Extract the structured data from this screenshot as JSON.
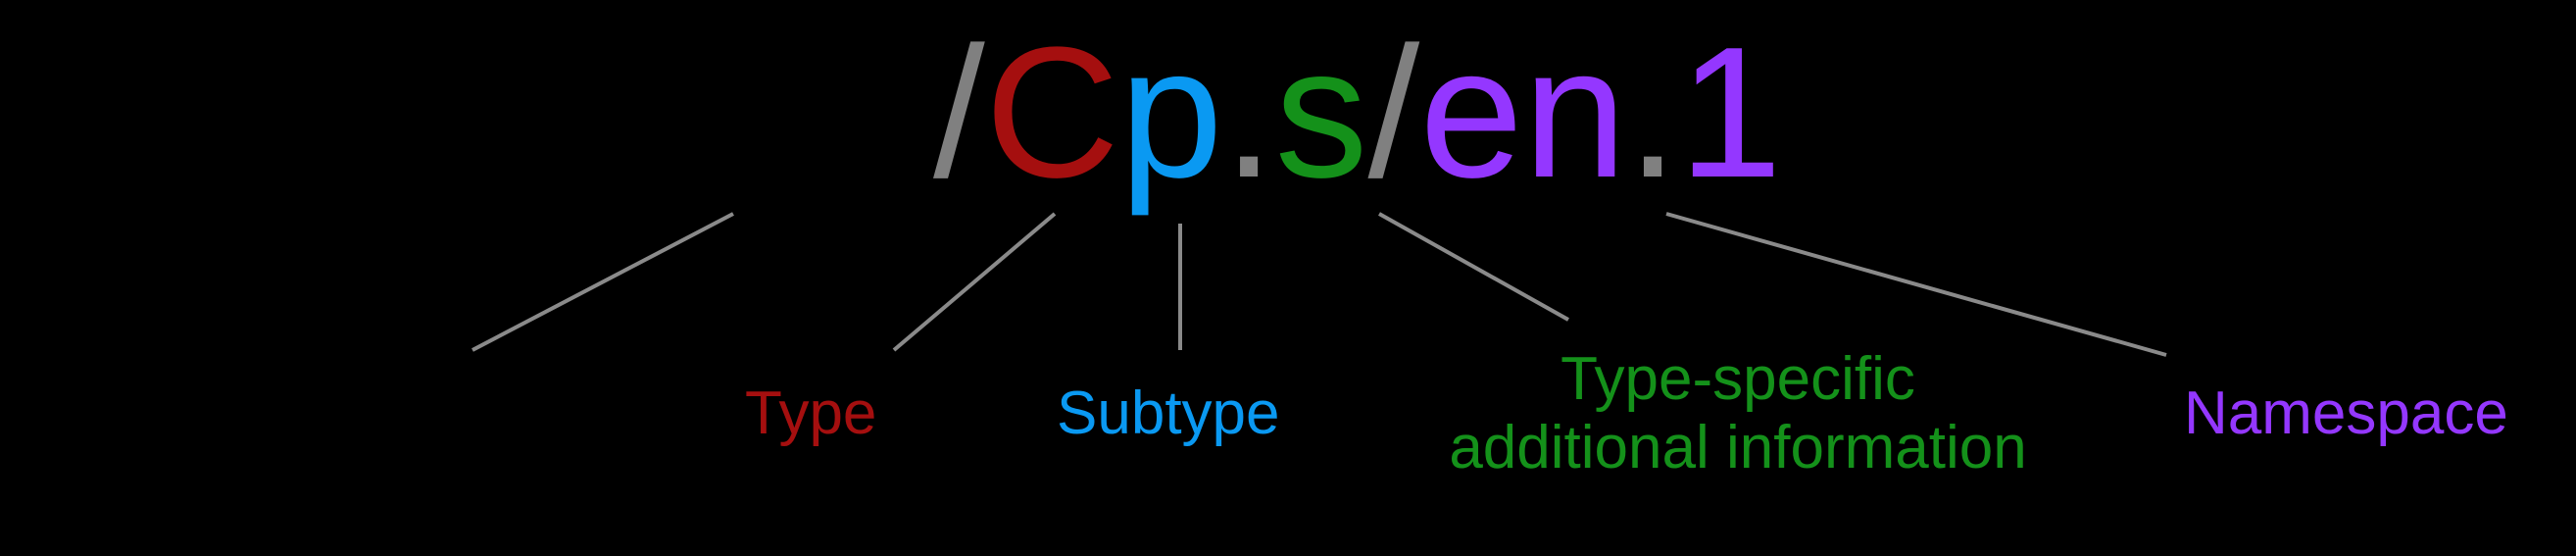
{
  "identifier": {
    "parts": [
      {
        "key": "slash1",
        "text": "/",
        "color": "#808080"
      },
      {
        "key": "type",
        "text": "C",
        "color": "#a50f0f"
      },
      {
        "key": "subtype",
        "text": "p",
        "color": "#0a99f2"
      },
      {
        "key": "dot1",
        "text": ".",
        "color": "#808080"
      },
      {
        "key": "specific",
        "text": "s",
        "color": "#14911a"
      },
      {
        "key": "slash2",
        "text": "/",
        "color": "#808080"
      },
      {
        "key": "namespace",
        "text": "en",
        "color": "#9437ff"
      },
      {
        "key": "dot2",
        "text": ".",
        "color": "#808080"
      },
      {
        "key": "version",
        "text": "1",
        "color": "#9437ff"
      }
    ]
  },
  "labels": {
    "type": {
      "text": "Type",
      "color": "#a50f0f"
    },
    "subtype": {
      "text": "Subtype",
      "color": "#0a99f2"
    },
    "specific_line1": {
      "text": "Type-specific",
      "color": "#14911a"
    },
    "specific_line2": {
      "text": "additional information",
      "color": "#14911a"
    },
    "namespace": {
      "text": "Namespace",
      "color": "#9437ff"
    }
  },
  "connector_color": "#8a8a8a",
  "background": "#000000"
}
